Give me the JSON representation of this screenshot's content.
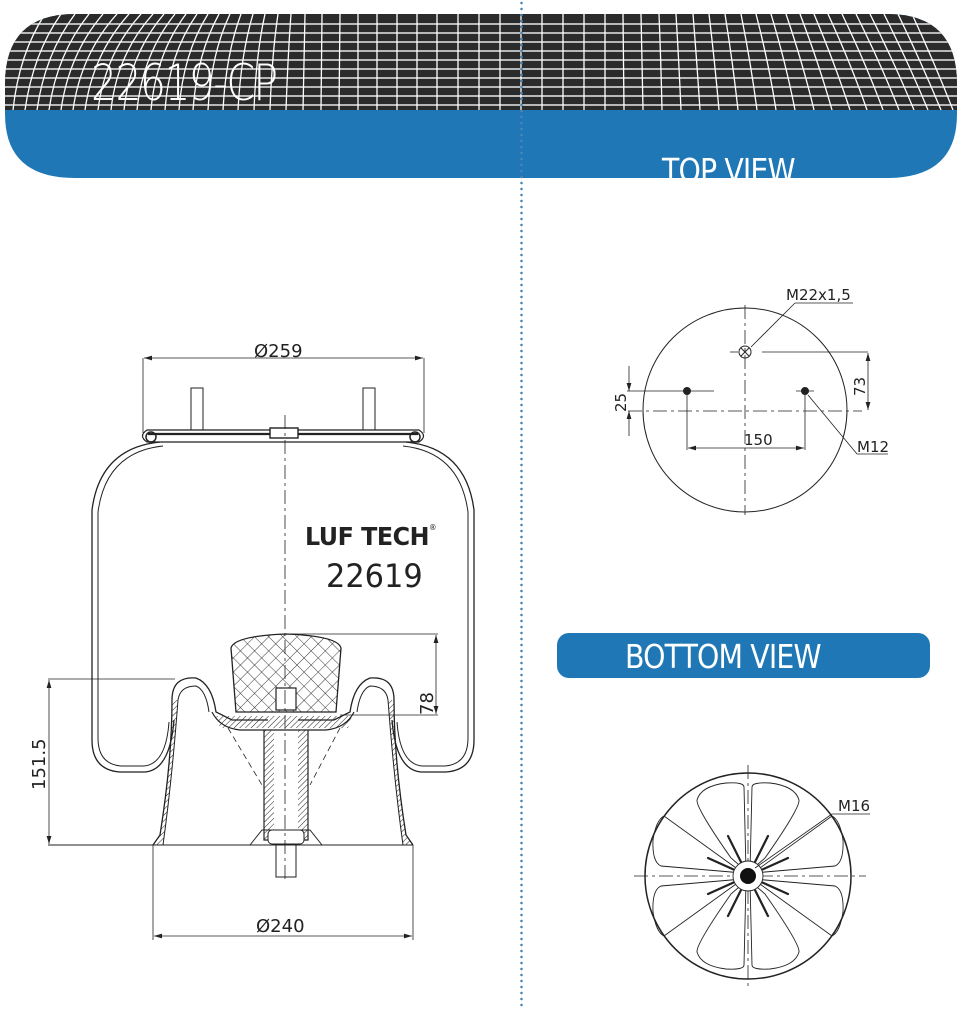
{
  "header": {
    "part_number": "22619-CP",
    "view_label": "TOP VIEW",
    "colors": {
      "band_blue": "#1f78b5",
      "grid_dark": "#2b2b2b",
      "grid_line": "#ffffff"
    }
  },
  "side_view": {
    "brand_logo": "LUF TECH",
    "registered_mark": "®",
    "model_number": "22619",
    "dimensions": {
      "top_plate_diameter": "Ø259",
      "piston_diameter": "Ø240",
      "piston_height": "151.5",
      "bumper_height": "78"
    }
  },
  "top_view": {
    "center_fitting": "M22x1,5",
    "stud_thread": "M12",
    "stud_spacing": "150",
    "fitting_offset": "73",
    "stud_offset": "25"
  },
  "bottom_view": {
    "label": "BOTTOM VIEW",
    "center_thread": "M16"
  },
  "divider": {
    "color": "#4a86b8",
    "style": "dotted"
  }
}
